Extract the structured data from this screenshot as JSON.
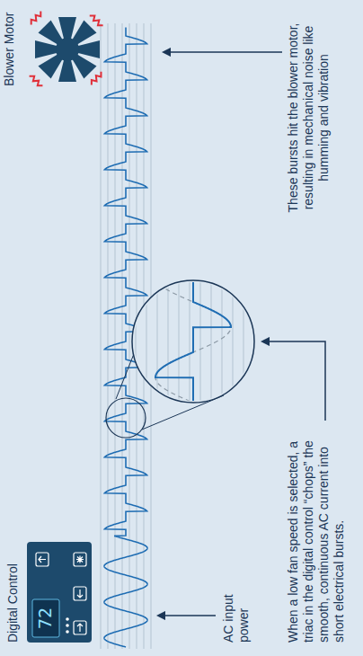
{
  "diagram": {
    "nodes": [
      {
        "text": [
          "Digital Control",
          "72"
        ]
      },
      {
        "text": [
          "Blower Motor"
        ]
      }
    ],
    "labels": [
      "AC input power",
      "When a low fan speed is selected, a triac in the digital control “chops” the smooth, continuous AC current into short electrical bursts.",
      "These bursts hit the blower motor, resulting in mechanical noise like humming and vibration"
    ]
  }
}
